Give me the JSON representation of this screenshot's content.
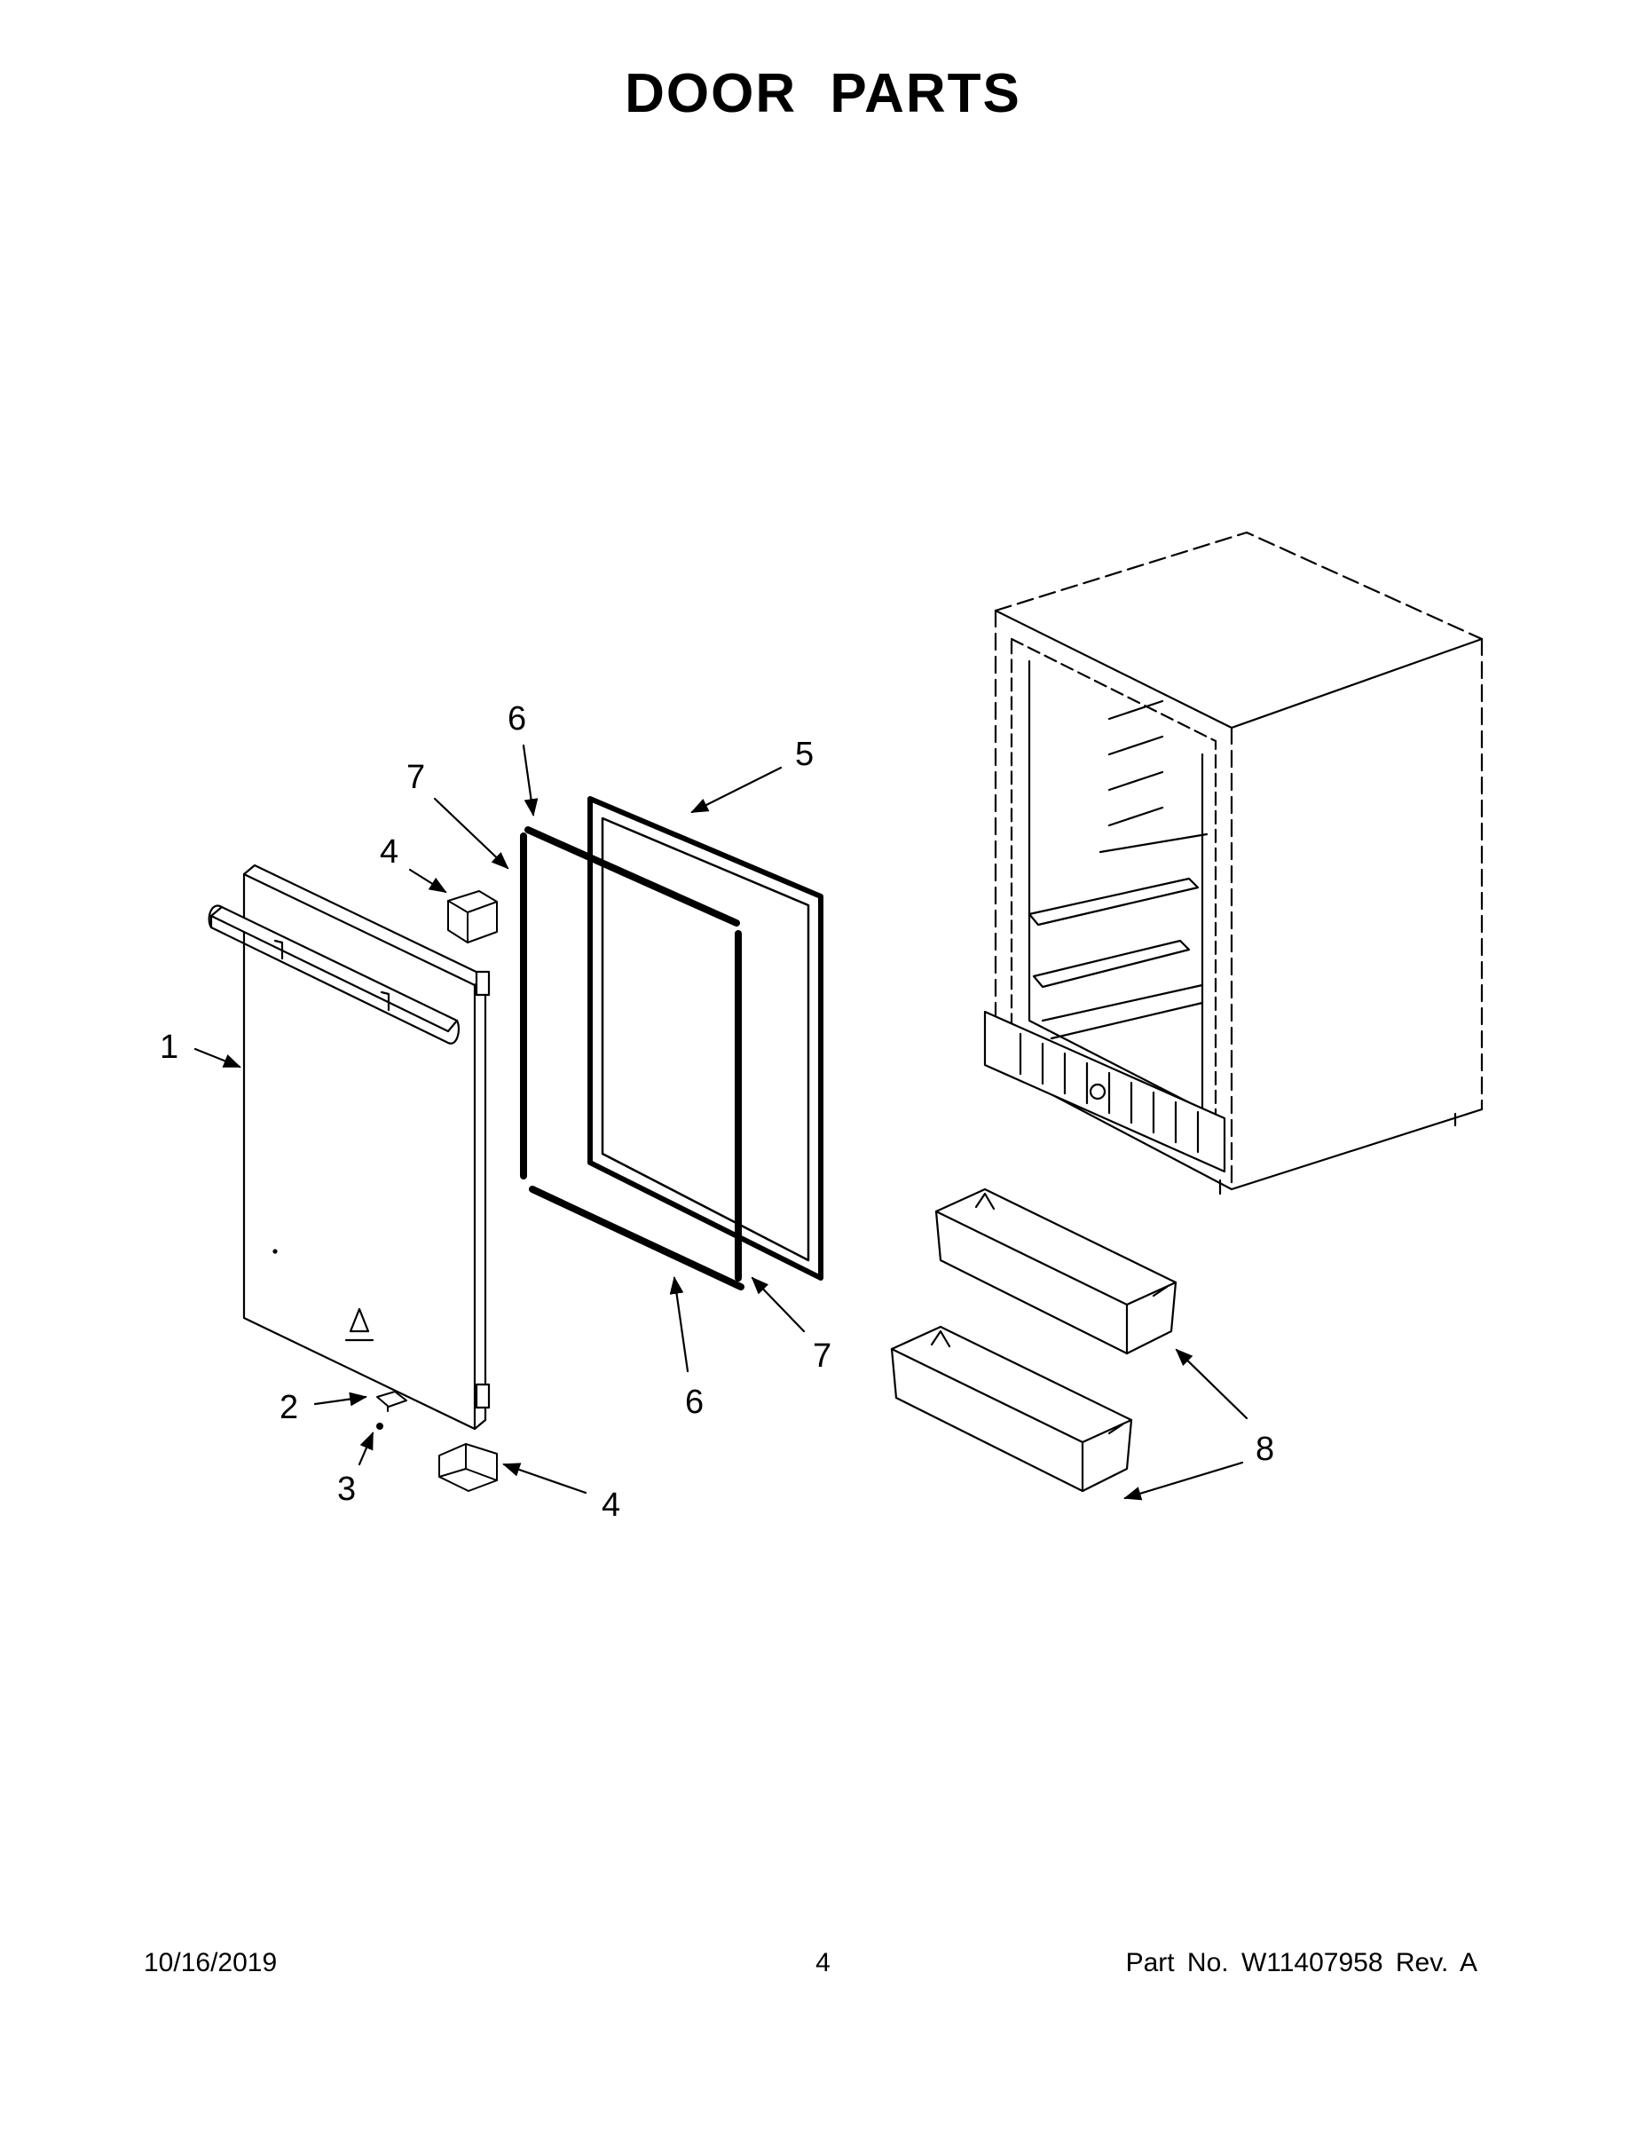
{
  "title": "DOOR PARTS",
  "footer": {
    "date": "10/16/2019",
    "page": "4",
    "part_number": "Part No.  W11407958  Rev.  A"
  },
  "callouts": [
    "1",
    "2",
    "3",
    "4",
    "4",
    "5",
    "6",
    "6",
    "7",
    "7",
    "8"
  ]
}
